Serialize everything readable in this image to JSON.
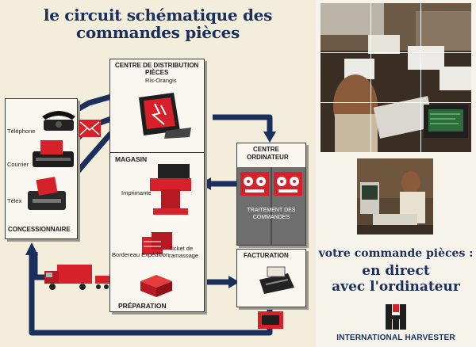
{
  "title": {
    "line1": "le circuit schématique des",
    "line2": "commandes pièces"
  },
  "left_box": {
    "telephone": "Téléphone",
    "courrier": "Courrier",
    "telex": "Télex",
    "heading": "CONCESSIONNAIRE"
  },
  "center_box": {
    "top_heading_line1": "CENTRE DE DISTRIBUTION",
    "top_heading_line2": "PIÈCES",
    "top_sub": "Ris-Orangis",
    "magasin": "MAGASIN",
    "imprimante": "Imprimante",
    "bordereau": "Bordereau Expédition",
    "ticket": "Ticket de ramassage",
    "preparation": "PRÉPARATION"
  },
  "computer_box": {
    "heading_line1": "CENTRE",
    "heading_line2": "ORDINATEUR",
    "treatment": "TRAITEMENT DES COMMANDES"
  },
  "billing_box": {
    "heading": "FACTURATION"
  },
  "right_caption": {
    "line1": "votre commande pièces :",
    "line2": "en direct",
    "line3": "avec l'ordinateur",
    "brand": "INTERNATIONAL HARVESTER"
  },
  "colors": {
    "navy": "#1b2f5c",
    "red": "#d6202a",
    "grey": "#6d6d6d"
  },
  "icons": [
    "telephone-icon",
    "typewriter-icon",
    "telex-icon",
    "envelope-icon",
    "terminal-icon",
    "printer-icon",
    "tape-reel-icon",
    "package-icon",
    "truck-icon",
    "calculator-icon",
    "ih-logo-icon"
  ]
}
